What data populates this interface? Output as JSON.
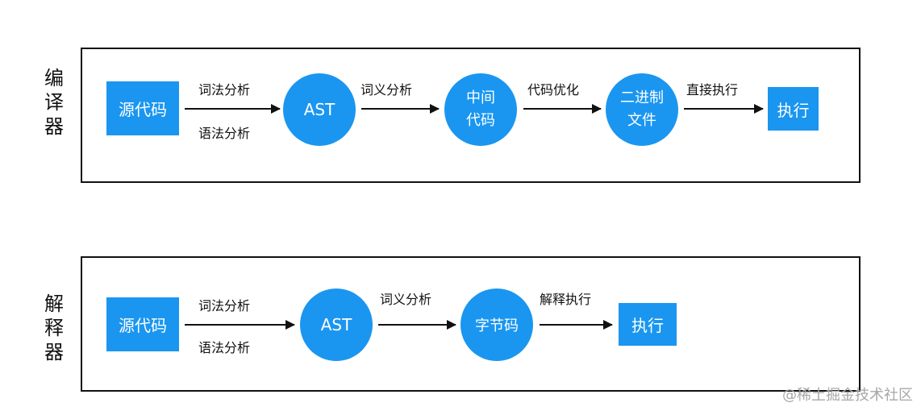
{
  "compiler": {
    "label": "编\n译\n器",
    "nodes": [
      "源代码",
      "AST",
      "中间\n代码",
      "二进制\n文件",
      "执行"
    ],
    "edges": {
      "lex": "词法分析",
      "syntax": "语法分析",
      "semantic": "词义分析",
      "optimize": "代码优化",
      "direct_exec": "直接执行"
    }
  },
  "interpreter": {
    "label": "解\n释\n器",
    "nodes": [
      "源代码",
      "AST",
      "字节码",
      "执行"
    ],
    "edges": {
      "lex": "词法分析",
      "syntax": "语法分析",
      "semantic": "词义分析",
      "interpret_exec": "解释执行"
    }
  },
  "watermark": "@稀土掘金技术社区",
  "colors": {
    "node_fill": "#1a96f0",
    "node_text": "#ffffff",
    "frame": "#111111"
  }
}
